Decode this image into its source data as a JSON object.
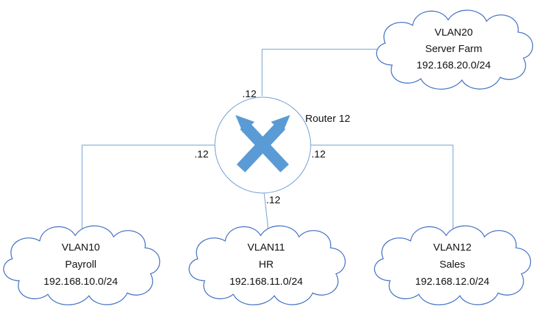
{
  "router": {
    "label": "Router 12",
    "icon": "router-cross-arrows-icon",
    "interfaces": {
      "top": ".12",
      "left": ".12",
      "right": ".12",
      "bottom": ".12"
    }
  },
  "networks": {
    "vlan20": {
      "name": "VLAN20",
      "desc": "Server Farm",
      "subnet": "192.168.20.0/24"
    },
    "vlan10": {
      "name": "VLAN10",
      "desc": "Payroll",
      "subnet": "192.168.10.0/24"
    },
    "vlan11": {
      "name": "VLAN11",
      "desc": "HR",
      "subnet": "192.168.11.0/24"
    },
    "vlan12": {
      "name": "VLAN12",
      "desc": "Sales",
      "subnet": "192.168.12.0/24"
    }
  },
  "colors": {
    "line": "#6a9bd0",
    "router_fill": "#ffffff",
    "router_stroke": "#6a9bd0",
    "arrow": "#5b9bd5",
    "cloud_fill": "#ffffff",
    "cloud_stroke": "#4472c4",
    "text": "#111111"
  }
}
